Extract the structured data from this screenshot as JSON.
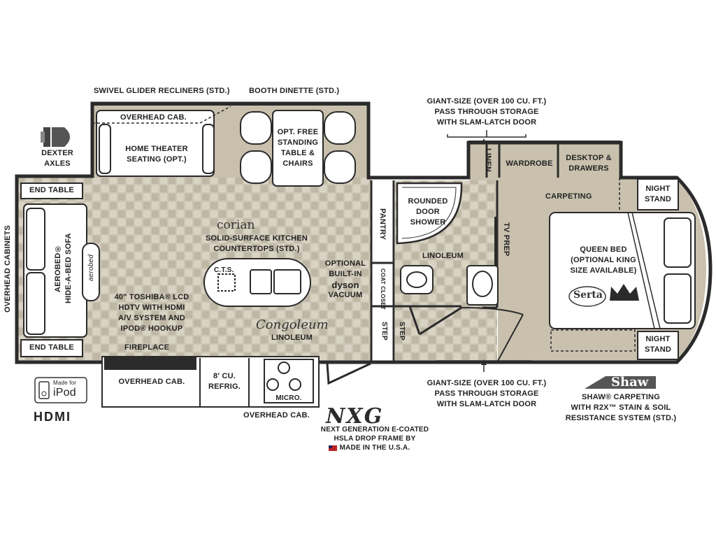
{
  "labels": {
    "swivel_recliners": "SWIVEL GLIDER RECLINERS (STD.)",
    "booth_dinette": "BOOTH DINETTE (STD.)",
    "storage_top": [
      "GIANT-SIZE (OVER 100 CU. FT.)",
      "PASS THROUGH STORAGE",
      "WITH SLAM-LATCH DOOR"
    ],
    "storage_bottom": [
      "GIANT-SIZE (OVER 100 CU. FT.)",
      "PASS THROUGH STORAGE",
      "WITH SLAM-LATCH DOOR"
    ],
    "dexter": "DEXTER",
    "axles": "AXLES",
    "overhead_cab_top": "OVERHEAD CAB.",
    "home_theater": [
      "HOME THEATER",
      "SEATING (OPT.)"
    ],
    "dinette_table": [
      "OPT. FREE",
      "STANDING",
      "TABLE &",
      "CHAIRS"
    ],
    "linen": "LINEN",
    "wardrobe": "WARDROBE",
    "desktop": [
      "DESKTOP &",
      "DRAWERS"
    ],
    "end_table_top": "END TABLE",
    "end_table_bottom": "END TABLE",
    "overhead_cabinets": "OVERHEAD CABINETS",
    "sofa": [
      "AEROBED®",
      "HIDE-A-BED SOFA"
    ],
    "aerobed_logo": "aerobed",
    "corian_logo": "corian",
    "countertops": [
      "SOLID-SURFACE KITCHEN",
      "COUNTERTOPS (STD.)"
    ],
    "cts": "C.T.S.",
    "vacuum": [
      "OPTIONAL",
      "BUILT-IN",
      "dyson",
      "VACUUM"
    ],
    "tv": [
      "40\" TOSHIBA® LCD",
      "HDTV WITH HDMI",
      "A/V SYSTEM AND",
      "IPOD® HOOKUP"
    ],
    "fireplace": "FIREPLACE",
    "congoleum_logo": "Congoleum",
    "linoleum_kitchen": "LINOLEUM",
    "pantry": "PANTRY",
    "coat_closet": "COAT CLOSET",
    "step1": "STEP",
    "step2": "STEP",
    "shower": [
      "ROUNDED",
      "DOOR",
      "SHOWER"
    ],
    "linoleum_bath": "LINOLEUM",
    "tv_prep": "TV PREP",
    "carpeting": "CARPETING",
    "night_stand_top": [
      "NIGHT",
      "STAND"
    ],
    "night_stand_bottom": [
      "NIGHT",
      "STAND"
    ],
    "queen_bed": [
      "QUEEN BED",
      "(OPTIONAL KING",
      "SIZE AVAILABLE)"
    ],
    "serta_logo": "Serta",
    "overhead_cab_bottom": "OVERHEAD CAB.",
    "refrig": [
      "8' CU.",
      "REFRIG."
    ],
    "micro": "MICRO.",
    "overhead_cab_lower": "OVERHEAD CAB.",
    "ipod_made_for": "Made for",
    "ipod": "iPod",
    "hdmi": "HDMI",
    "nxg": "NXG",
    "nxg_text": [
      "NEXT GENERATION E-COATED",
      "HSLA DROP FRAME BY",
      "MADE IN THE U.S.A."
    ],
    "shaw_logo": "Shaw",
    "shaw_text": [
      "SHAW® CARPETING",
      "WITH R2X™ STAIN & SOIL",
      "RESISTANCE SYSTEM (STD.)"
    ]
  },
  "colors": {
    "wall": "#2b2b2b",
    "tile": "#cfc8b8",
    "tile_dark": "#bdb5a3",
    "carpet": "#c9c1ae",
    "furniture": "#ffffff"
  }
}
